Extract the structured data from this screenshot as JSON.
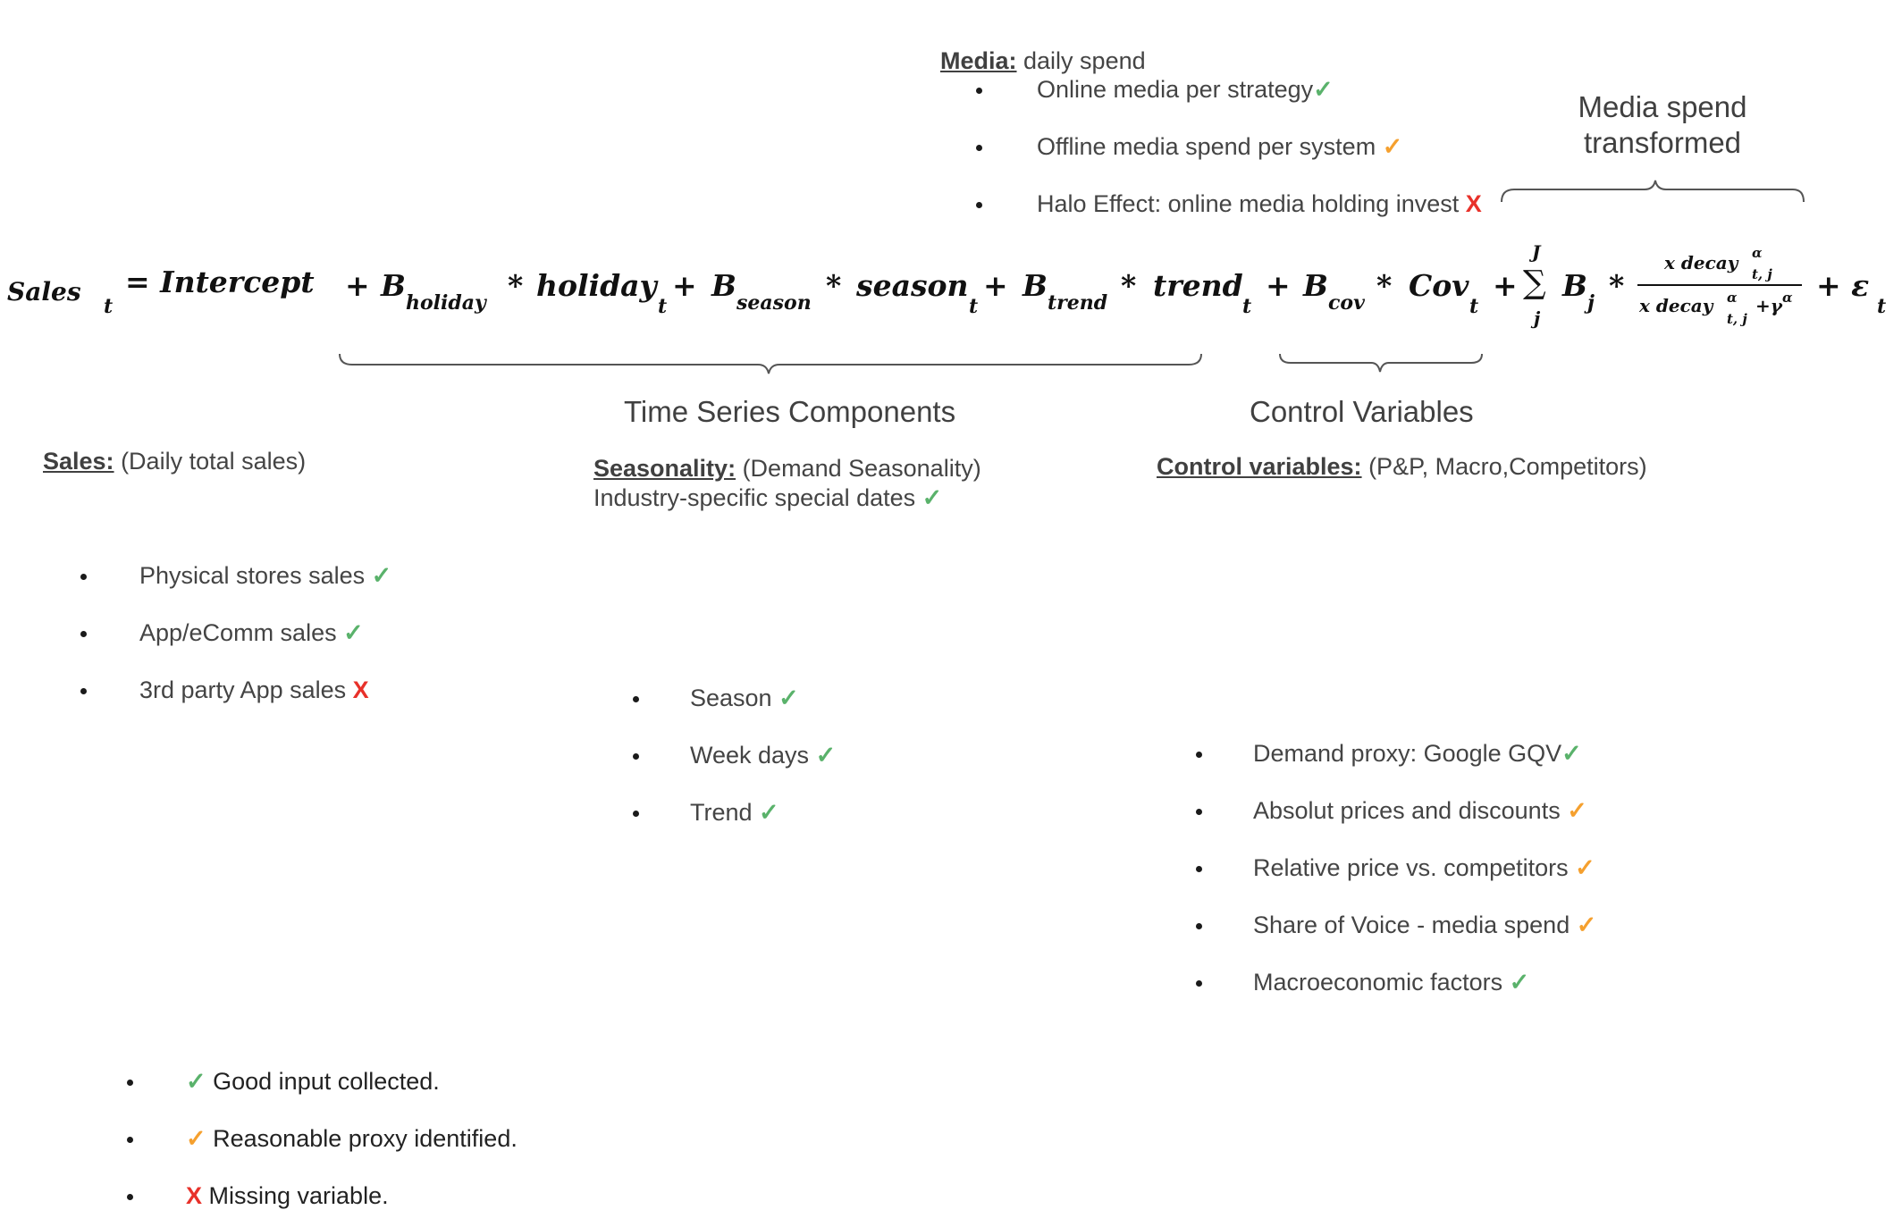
{
  "media": {
    "heading": "Media:",
    "desc": " daily spend",
    "items": [
      {
        "text": "Online media per strategy",
        "mark": "✓",
        "status": "ok"
      },
      {
        "text": "Offline media spend per system ",
        "mark": "✓",
        "status": "proxy"
      },
      {
        "text": "Halo Effect: online media holding invest ",
        "mark": "X",
        "status": "miss"
      }
    ]
  },
  "media_transformed": {
    "line1": "Media spend",
    "line2": "transformed"
  },
  "equation": {
    "sales": "Sales",
    "t": "t",
    "equals_intercept": "= Intercept",
    "plus": "+",
    "B": "B",
    "star": "*",
    "holiday_sub": "holiday",
    "holiday": "holiday",
    "season_sub": "season",
    "season": "season",
    "trend_sub": "trend",
    "trend": "trend",
    "cov_sub": "cov",
    "cov": "Cov",
    "sum_top": "J",
    "sum": "∑",
    "sum_bottom": "j",
    "j": "j",
    "numerator": "x decay",
    "alpha": "α",
    "tj": "t, j",
    "gamma": "+γ",
    "epsilon": "+ ε"
  },
  "time_series_label": "Time Series Components",
  "control_label": "Control Variables",
  "sales_section": {
    "heading": "Sales:",
    "desc": " (Daily total sales)",
    "items": [
      {
        "text": "Physical stores sales ",
        "mark": "✓",
        "status": "ok"
      },
      {
        "text": "App/eComm sales ",
        "mark": "✓",
        "status": "ok"
      },
      {
        "text": "3rd party App sales  ",
        "mark": "X",
        "status": "miss"
      }
    ]
  },
  "seasonality_section": {
    "heading": "Seasonality:",
    "desc": " (Demand Seasonality)",
    "line2": "Industry-specific special dates ",
    "line2_mark": "✓",
    "items": [
      {
        "text": "Season ",
        "mark": "✓",
        "status": "ok"
      },
      {
        "text": "Week days ",
        "mark": "✓",
        "status": "ok"
      },
      {
        "text": "Trend ",
        "mark": "✓",
        "status": "ok"
      }
    ]
  },
  "control_section": {
    "heading": "Control variables:",
    "desc": " (P&P, Macro,Competitors)",
    "items": [
      {
        "text": "Demand proxy: Google GQV",
        "mark": "✓",
        "status": "ok"
      },
      {
        "text": "Absolut prices and discounts ",
        "mark": "✓",
        "status": "proxy"
      },
      {
        "text": "Relative price vs. competitors ",
        "mark": "✓",
        "status": "proxy"
      },
      {
        "text": "Share of Voice - media spend ",
        "mark": "✓",
        "status": "proxy"
      },
      {
        "text": "Macroeconomic factors ",
        "mark": "✓",
        "status": "ok"
      }
    ]
  },
  "legend": {
    "items": [
      {
        "mark": "✓",
        "status": "ok",
        "text": " Good input collected."
      },
      {
        "mark": "✓",
        "status": "proxy",
        "text": " Reasonable proxy identified."
      },
      {
        "mark": "X",
        "status": "miss",
        "text": " Missing variable."
      }
    ]
  },
  "colors": {
    "ok": "#5ab26b",
    "proxy": "#f5a02e",
    "miss": "#e8312a",
    "text": "#404040"
  }
}
